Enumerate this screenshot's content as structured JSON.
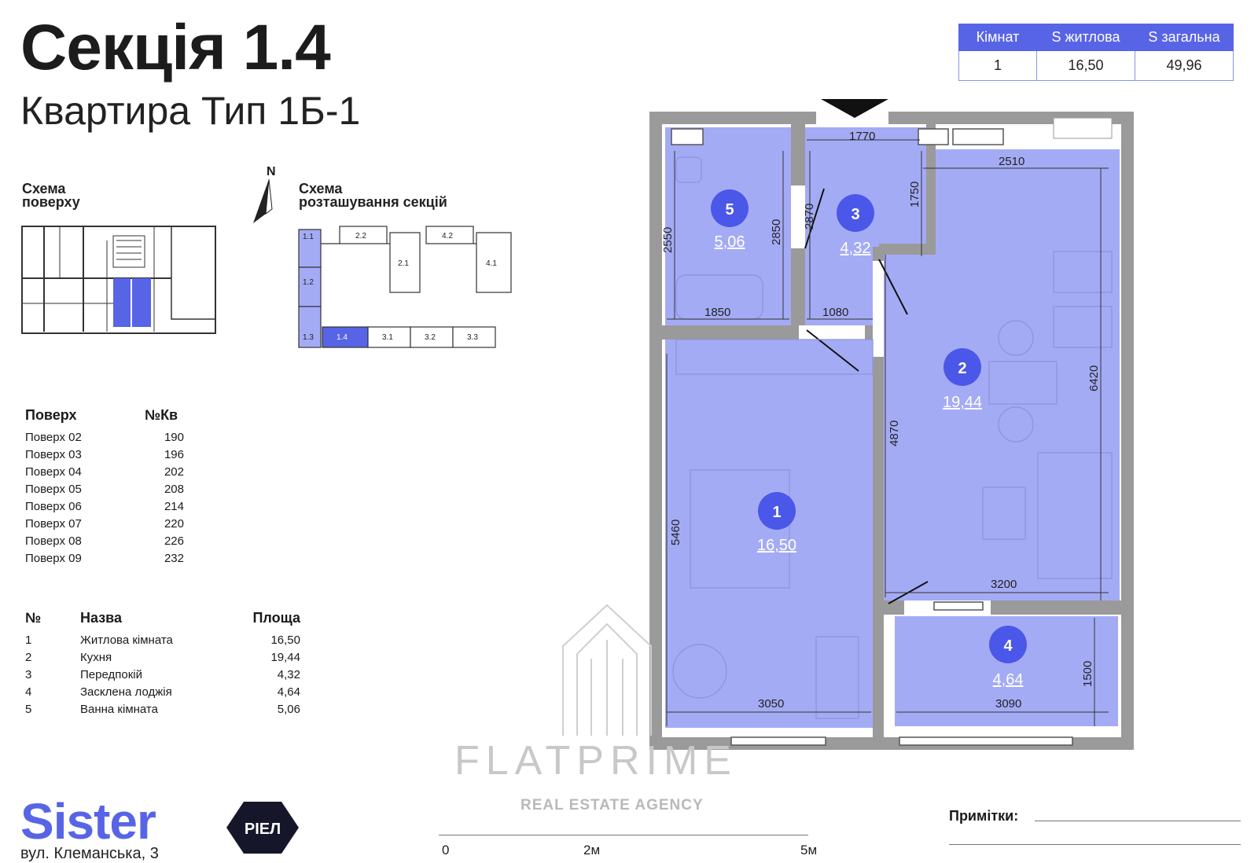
{
  "header": {
    "title": "Секція 1.4",
    "subtitle": "Квартира Тип 1Б-1"
  },
  "summary": {
    "headers": [
      "Кімнат",
      "S житлова",
      "S загальна"
    ],
    "values": [
      "1",
      "16,50",
      "49,96"
    ]
  },
  "floor_scheme": {
    "label_line1": "Схема",
    "label_line2": "поверху"
  },
  "section_scheme": {
    "label_line1": "Схема",
    "label_line2": "розташування секцій",
    "north": "N",
    "sections": [
      "1.1",
      "2.2",
      "4.2",
      "2.1",
      "4.1",
      "1.2",
      "1.3",
      "1.4",
      "3.1",
      "3.2",
      "3.3"
    ]
  },
  "floors": {
    "headers": [
      "Поверх",
      "№Кв"
    ],
    "rows": [
      [
        "Поверх 02",
        "190"
      ],
      [
        "Поверх 03",
        "196"
      ],
      [
        "Поверх 04",
        "202"
      ],
      [
        "Поверх 05",
        "208"
      ],
      [
        "Поверх 06",
        "214"
      ],
      [
        "Поверх 07",
        "220"
      ],
      [
        "Поверх 08",
        "226"
      ],
      [
        "Поверх 09",
        "232"
      ]
    ]
  },
  "rooms": {
    "headers": [
      "№",
      "Назва",
      "Площа"
    ],
    "rows": [
      [
        "1",
        "Житлова кімната",
        "16,50"
      ],
      [
        "2",
        "Кухня",
        "19,44"
      ],
      [
        "3",
        "Передпокій",
        "4,32"
      ],
      [
        "4",
        "Засклена лоджія",
        "4,64"
      ],
      [
        "5",
        "Ванна кімната",
        "5,06"
      ]
    ]
  },
  "plan": {
    "room_labels": [
      {
        "num": "5",
        "area": "5,06"
      },
      {
        "num": "3",
        "area": "4,32"
      },
      {
        "num": "2",
        "area": "19,44"
      },
      {
        "num": "1",
        "area": "16,50"
      },
      {
        "num": "4",
        "area": "4,64"
      }
    ],
    "dimensions": [
      "1770",
      "2510",
      "2550",
      "2850",
      "2870",
      "1750",
      "1850",
      "1080",
      "6420",
      "4870",
      "5460",
      "3200",
      "1500",
      "3050",
      "3090"
    ],
    "fill_color": "#a4abf5",
    "badge_color": "#4b57e8",
    "wall_color": "#9a9a9a"
  },
  "watermark": {
    "name": "FLATPRIME",
    "tagline": "REAL ESTATE AGENCY"
  },
  "brand": {
    "logo": "Sister",
    "badge": "РІЕЛ",
    "address": "вул. Клеманська, 3"
  },
  "notes": {
    "label": "Примітки:"
  },
  "scale": {
    "labels": [
      "0",
      "2м",
      "5м"
    ]
  }
}
